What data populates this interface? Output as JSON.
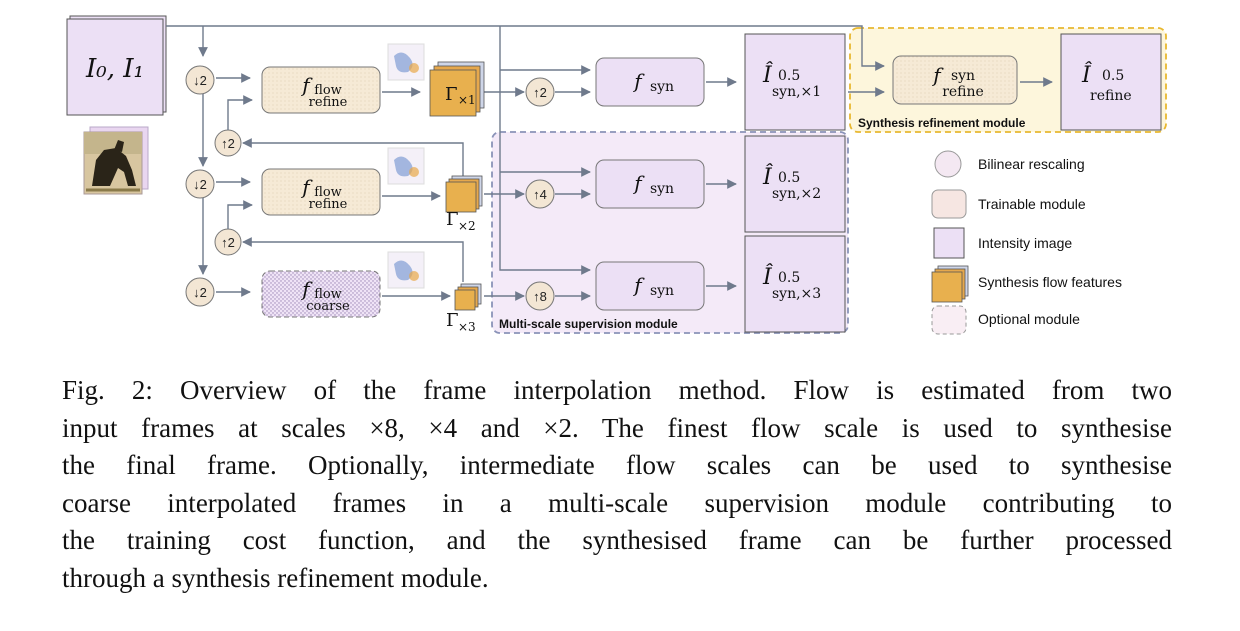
{
  "diagram": {
    "input_frames": {
      "label": "I₀, I₁"
    },
    "rescale_ops": {
      "down_1": "↓2",
      "down_2": "↓2",
      "down_3": "↓2",
      "up_mid_1": "↑2",
      "up_mid_2": "↑2",
      "up_syn_1": "↑2",
      "up_syn_2": "↑4",
      "up_syn_3": "↑8"
    },
    "flow_modules": [
      {
        "main": "f",
        "sub": "flow",
        "sub2": "refine"
      },
      {
        "main": "f",
        "sub": "flow",
        "sub2": "refine"
      },
      {
        "main": "f",
        "sub": "flow",
        "sub2": "coarse"
      }
    ],
    "gamma_labels": [
      {
        "main": "Γ",
        "sub": "×1"
      },
      {
        "main": "Γ",
        "sub": "×2"
      },
      {
        "main": "Γ",
        "sub": "×3"
      }
    ],
    "syn_modules": [
      {
        "main": "f",
        "sub": "syn"
      },
      {
        "main": "f",
        "sub": "syn"
      },
      {
        "main": "f",
        "sub": "syn"
      }
    ],
    "outputs": [
      {
        "main": "Î",
        "sub_top": "0.5",
        "sub_bottom": "syn,×1"
      },
      {
        "main": "Î",
        "sub_top": "0.5",
        "sub_bottom": "syn,×2"
      },
      {
        "main": "Î",
        "sub_top": "0.5",
        "sub_bottom": "syn,×3"
      }
    ],
    "refine_module": {
      "main": "f",
      "sub": "syn",
      "sub2": "refine"
    },
    "refine_output": {
      "main": "Î",
      "sub_top": "0.5",
      "sub_bottom": "refine"
    },
    "synthesis_refinement_label": "Synthesis refinement module",
    "multiscale_label": "Multi-scale supervision module"
  },
  "legend": {
    "items": [
      {
        "label": "Bilinear rescaling"
      },
      {
        "label": "Trainable module"
      },
      {
        "label": "Intensity image"
      },
      {
        "label": "Synthesis flow features"
      },
      {
        "label": "Optional module"
      }
    ]
  },
  "caption": {
    "lines": [
      "Fig. 2: Overview of the frame interpolation method. Flow is estimated from two",
      "input frames at scales ×8, ×4 and ×2. The finest flow scale is used to synthesise",
      "the final frame. Optionally, intermediate flow scales can be used to synthesise",
      "coarse interpolated frames in a multi-scale supervision module contributing to",
      "the training cost function, and the synthesised frame can be further processed",
      "through a synthesis refinement module."
    ]
  },
  "colors": {
    "intensity": "#ece0f5",
    "trainable": "#f6ead6",
    "flow_feature": "#e8b04e",
    "rescale": "#f3e6d4",
    "optional_refine_bg": "#fdf6dc",
    "optional_refine_border": "#e8b830",
    "optional_ms_bg": "#f4eaf8",
    "optional_ms_border": "#8a93b8",
    "arrow": "#6f7a8c"
  }
}
